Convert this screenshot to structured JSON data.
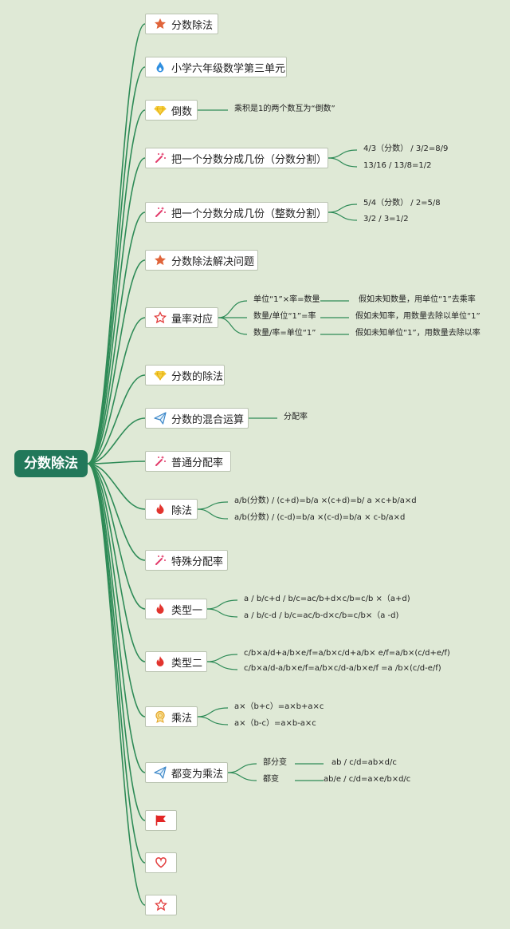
{
  "root": {
    "label": "分数除法"
  },
  "branches": [
    {
      "label": "分数除法",
      "icon": "star-icon"
    },
    {
      "label": "小学六年级数学第三单元",
      "icon": "drop-icon"
    },
    {
      "label": "倒数",
      "icon": "gem-icon",
      "leaves": [
        "乘积是1的两个数互为“倒数”"
      ]
    },
    {
      "label": "把一个分数分成几份（分数分割）",
      "icon": "magic-wand-icon",
      "leaves": [
        "4/3（分数） / 3/2=8/9",
        "13/16 / 13/8=1/2"
      ]
    },
    {
      "label": "把一个分数分成几份（整数分割）",
      "icon": "magic-wand-icon",
      "leaves": [
        "5/4（分数） / 2=5/8",
        "3/2 / 3=1/2"
      ]
    },
    {
      "label": "分数除法解决问题",
      "icon": "star-icon"
    },
    {
      "label": "量率对应",
      "icon": "star-outline-icon",
      "leaves": [
        "单位“1”×率=数量",
        "数量/单位“1”=率",
        "数量/率=单位“1”"
      ],
      "subleaves": [
        "假如未知数量，用单位“1”去乘率",
        "假如未知率，用数量去除以单位“1”",
        "假如未知单位“1”，用数量去除以率"
      ]
    },
    {
      "label": "分数的除法",
      "icon": "gem-icon"
    },
    {
      "label": "分数的混合运算",
      "icon": "paper-plane-icon",
      "leaves": [
        "分配率"
      ]
    },
    {
      "label": "普通分配率",
      "icon": "magic-wand-icon"
    },
    {
      "label": "除法",
      "icon": "fire-icon",
      "leaves": [
        "a/b(分数) / (c+d)=b/a ×(c+d)=b/ a ×c+b/a×d",
        "a/b(分数) / (c-d)=b/a ×(c-d)=b/a × c-b/a×d"
      ]
    },
    {
      "label": "特殊分配率",
      "icon": "magic-wand-icon"
    },
    {
      "label": "类型一",
      "icon": "fire-icon",
      "leaves": [
        "a / b/c+d / b/c=ac/b+d×c/b=c/b ×（a+d)",
        "a / b/c-d / b/c=ac/b-d×c/b=c/b×（a -d)"
      ]
    },
    {
      "label": "类型二",
      "icon": "fire-icon",
      "leaves": [
        "c/b×a/d+a/b×e/f=a/b×c/d+a/b× e/f=a/b×(c/d+e/f)",
        "c/b×a/d-a/b×e/f=a/b×c/d-a/b×e/f =a /b×(c/d-e/f)"
      ]
    },
    {
      "label": "乘法",
      "icon": "award-icon",
      "leaves": [
        "a×（b+c）=a×b+a×c",
        "a×（b-c）=a×b-a×c"
      ]
    },
    {
      "label": "都变为乘法",
      "icon": "paper-plane-icon",
      "leaves": [
        "部分变",
        "都变"
      ],
      "subleaves": [
        "ab / c/d=ab×d/c",
        "ab/e / c/d=a×e/b×d/c"
      ]
    },
    {
      "label": "",
      "icon": "flag-icon"
    },
    {
      "label": "",
      "icon": "heart-icon"
    },
    {
      "label": "",
      "icon": "star-outline-icon"
    }
  ],
  "colors": {
    "background": "#dfe9d6",
    "link": "#2e8b57",
    "root": "#22785a"
  }
}
